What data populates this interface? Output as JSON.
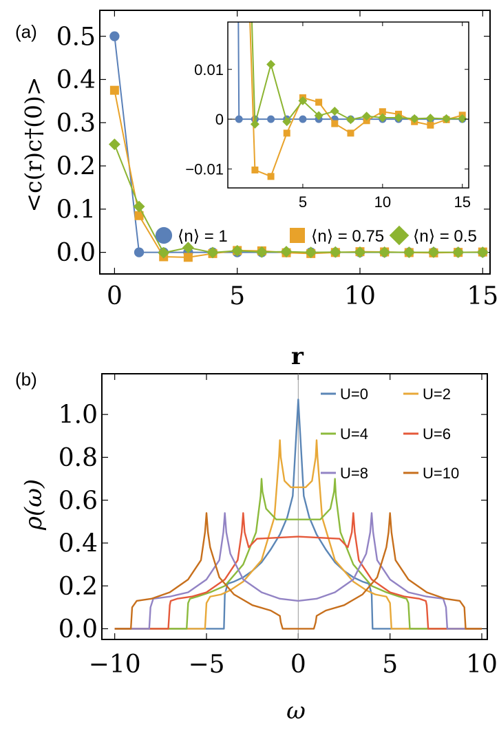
{
  "chart_data": [
    {
      "panel_label": "(a)",
      "type": "line",
      "xlabel": "r",
      "ylabel": "<c(r)c†(0)>",
      "xlim": [
        -0.6,
        15.3
      ],
      "ylim": [
        -0.05,
        0.56
      ],
      "xticks": [
        0,
        5,
        10,
        15
      ],
      "yticks": [
        0.0,
        0.1,
        0.2,
        0.3,
        0.4,
        0.5
      ],
      "ytick_labels": [
        "0.0",
        "0.1",
        "0.2",
        "0.3",
        "0.4",
        "0.5"
      ],
      "legend_position": "center-right",
      "colors": [
        "#5a80b8",
        "#e8a22a",
        "#8cb431"
      ],
      "series": [
        {
          "name": "⟨n⟩ = 1",
          "marker": "circle",
          "x": [
            0,
            1,
            2,
            3,
            4,
            5,
            6,
            7,
            8,
            9,
            10,
            11,
            12,
            13,
            14,
            15
          ],
          "values": [
            0.5,
            0,
            0,
            0,
            0,
            0,
            0,
            0,
            0,
            0,
            0,
            0,
            0,
            0,
            0,
            0
          ]
        },
        {
          "name": "⟨n⟩ = 0.75",
          "marker": "square",
          "x": [
            0,
            1,
            2,
            3,
            4,
            5,
            6,
            7,
            8,
            9,
            10,
            11,
            12,
            13,
            14,
            15
          ],
          "values": [
            0.375,
            0.085,
            -0.0102,
            -0.0115,
            -0.0028,
            0.0043,
            0.0034,
            -0.0009,
            -0.0028,
            -0.0003,
            0.0015,
            0.001,
            -0.0005,
            -0.0012,
            -0.0001,
            0.0008
          ]
        },
        {
          "name": "⟨n⟩ = 0.5",
          "marker": "diamond",
          "x": [
            0,
            1,
            2,
            3,
            4,
            5,
            6,
            7,
            8,
            9,
            10,
            11,
            12,
            13,
            14,
            15
          ],
          "values": [
            0.25,
            0.106,
            -0.001,
            0.011,
            -0.0005,
            0.0037,
            0.0007,
            0.0016,
            -0.0001,
            0.0006,
            0.0003,
            0.0003,
            0.0001,
            0.0002,
            0.0001,
            0.0001
          ]
        }
      ],
      "inset": {
        "xlim": [
          0.3,
          15.4
        ],
        "ylim": [
          -0.0138,
          0.0195
        ],
        "xticks": [
          5,
          10,
          15
        ],
        "yticks": [
          -0.01,
          0,
          0.01
        ],
        "ytick_labels": [
          "−0.01",
          "0",
          "0.01"
        ]
      }
    },
    {
      "panel_label": "(b)",
      "type": "line",
      "xlabel": "ω",
      "ylabel": "ρ(ω)",
      "xlim": [
        -10.7,
        10.3
      ],
      "ylim": [
        -0.05,
        1.19
      ],
      "xticks": [
        -10,
        -5,
        0,
        5,
        10
      ],
      "xtick_labels": [
        "−10",
        "−5",
        "0",
        "5",
        "10"
      ],
      "yticks": [
        0.0,
        0.2,
        0.4,
        0.6,
        0.8,
        1.0
      ],
      "ytick_labels": [
        "0.0",
        "0.2",
        "0.4",
        "0.6",
        "0.8",
        "1.0"
      ],
      "legend_position": "top-right",
      "series": [
        {
          "name": "U=0",
          "color": "#5b86b6",
          "x": [
            0,
            0.3,
            0.6,
            1,
            1.5,
            2,
            2.5,
            3,
            3.5,
            3.85,
            4,
            4.05
          ],
          "values": [
            1.07,
            0.62,
            0.52,
            0.44,
            0.37,
            0.31,
            0.27,
            0.24,
            0.22,
            0.21,
            0.16,
            0
          ]
        },
        {
          "name": "U=2",
          "color": "#e8a838",
          "x": [
            0,
            0.4,
            0.75,
            0.95,
            1,
            1.05,
            1.3,
            2,
            3,
            3.7,
            4.2,
            4.8,
            5.0,
            5.08
          ],
          "values": [
            0.66,
            0.66,
            0.69,
            0.8,
            0.88,
            0.8,
            0.52,
            0.32,
            0.22,
            0.18,
            0.16,
            0.15,
            0.12,
            0
          ]
        },
        {
          "name": "U=4",
          "color": "#8cba3c",
          "x": [
            0,
            1.2,
            1.75,
            1.95,
            2,
            2.05,
            2.3,
            3,
            4,
            4.8,
            5.5,
            5.9,
            6.0,
            6.08
          ],
          "values": [
            0.51,
            0.51,
            0.56,
            0.64,
            0.7,
            0.62,
            0.45,
            0.3,
            0.2,
            0.17,
            0.15,
            0.14,
            0.12,
            0
          ]
        },
        {
          "name": "U=6",
          "color": "#e5593a",
          "x": [
            0,
            2.25,
            2.7,
            2.92,
            3,
            3.08,
            3.3,
            4,
            5,
            5.8,
            6.6,
            6.95,
            7.0,
            7.08
          ],
          "values": [
            0.43,
            0.42,
            0.38,
            0.45,
            0.54,
            0.45,
            0.32,
            0.23,
            0.17,
            0.15,
            0.14,
            0.13,
            0.11,
            0
          ]
        },
        {
          "name": "U=8",
          "color": "#9283c4",
          "x": [
            0,
            1,
            2,
            3,
            3.7,
            3.92,
            4,
            4.08,
            4.3,
            5,
            6,
            7,
            7.9,
            8.05,
            8.12
          ],
          "values": [
            0.13,
            0.14,
            0.17,
            0.23,
            0.35,
            0.45,
            0.54,
            0.45,
            0.32,
            0.23,
            0.17,
            0.15,
            0.14,
            0.1,
            0
          ]
        },
        {
          "name": "U=10",
          "color": "#c76f1c",
          "x": [
            0,
            0.85,
            0.95,
            1.0,
            1.5,
            2.5,
            3.5,
            4.3,
            4.8,
            4.92,
            5,
            5.08,
            5.3,
            6,
            7,
            8,
            8.8,
            9.05,
            9.12
          ],
          "values": [
            0,
            0,
            0.03,
            0.06,
            0.085,
            0.11,
            0.16,
            0.24,
            0.38,
            0.45,
            0.54,
            0.45,
            0.32,
            0.23,
            0.17,
            0.14,
            0.13,
            0.1,
            0
          ]
        }
      ]
    }
  ]
}
